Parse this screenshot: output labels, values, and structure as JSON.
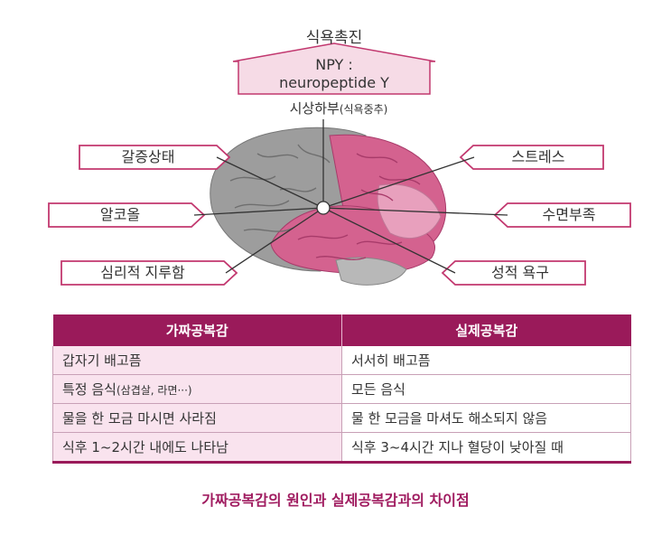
{
  "diagram": {
    "top_title": "식욕촉진",
    "arrow_line1": "NPY :",
    "arrow_line2": "neuropeptide Y",
    "hypothalamus": "시상하부",
    "hypothalamus_sub": "(식욕중추)",
    "left_labels": [
      "갈증상태",
      "알코올",
      "심리적 지루함"
    ],
    "right_labels": [
      "스트레스",
      "수면부족",
      "성적 욕구"
    ],
    "colors": {
      "accent": "#9a1a5a",
      "box_border": "#c2386f",
      "arrow_fill": "#f6dbe6",
      "brain_gray": "#9d9d9d",
      "brain_pink": "#d4628f",
      "brain_light_pink": "#e8a0bd"
    }
  },
  "table": {
    "headers": [
      "가짜공복감",
      "실제공복감"
    ],
    "rows": [
      {
        "fake": "갑자기 배고픔",
        "fake_note": "",
        "real": "서서히 배고픔"
      },
      {
        "fake": "특정 음식",
        "fake_note": "(삼겹살, 라면···)",
        "real": "모든 음식"
      },
      {
        "fake": "물을 한 모금 마시면 사라짐",
        "fake_note": "",
        "real": "물 한 모금을 마셔도 해소되지 않음"
      },
      {
        "fake": "식후 1~2시간 내에도 나타남",
        "fake_note": "",
        "real": "식후 3~4시간 지나 혈당이 낮아질 때"
      }
    ]
  },
  "caption": "가짜공복감의 원인과 실제공복감과의 차이점"
}
